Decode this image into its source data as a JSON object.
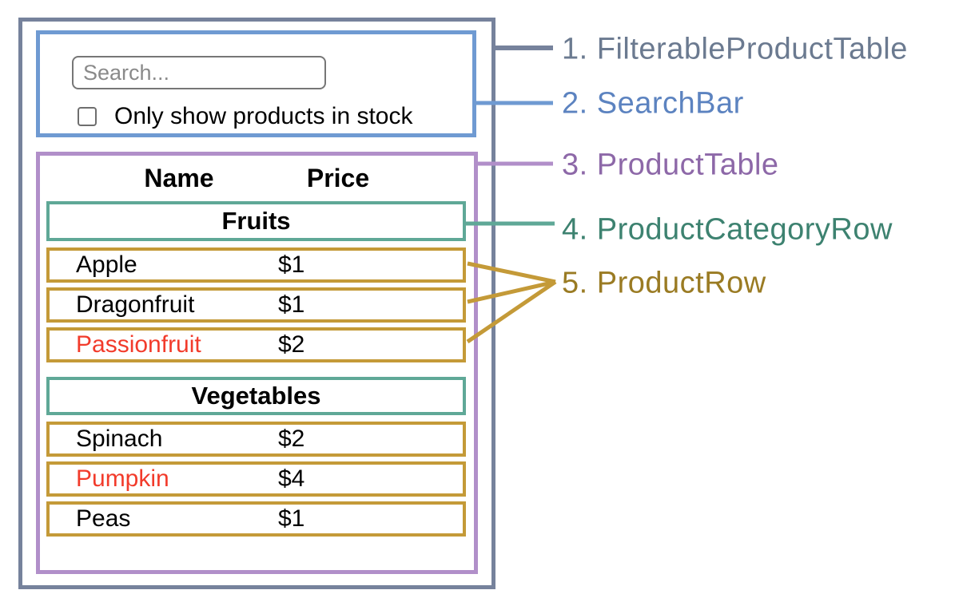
{
  "diagram_title": "React component hierarchy diagram",
  "colors": {
    "filterable_product_table_border": "#76829c",
    "search_bar_border": "#6f9ad2",
    "product_table_border": "#b18fc9",
    "product_category_row_border": "#5fa897",
    "product_row_border": "#c49a38",
    "label_1_text": "#6b7a90",
    "label_2_text": "#5c83c0",
    "label_3_text": "#8d68a8",
    "label_4_text": "#3d8270",
    "label_5_text": "#9a7b23",
    "out_of_stock_text": "#f23b2b"
  },
  "search_bar": {
    "placeholder": "Search...",
    "checkbox_checked": false,
    "checkbox_label": "Only show products in stock"
  },
  "product_table": {
    "headers": {
      "name": "Name",
      "price": "Price"
    },
    "sections": [
      {
        "category": "Fruits",
        "rows": [
          {
            "name": "Apple",
            "price": "$1",
            "out_of_stock": false
          },
          {
            "name": "Dragonfruit",
            "price": "$1",
            "out_of_stock": false
          },
          {
            "name": "Passionfruit",
            "price": "$2",
            "out_of_stock": true
          }
        ]
      },
      {
        "category": "Vegetables",
        "rows": [
          {
            "name": "Spinach",
            "price": "$2",
            "out_of_stock": false
          },
          {
            "name": "Pumpkin",
            "price": "$4",
            "out_of_stock": true
          },
          {
            "name": "Peas",
            "price": "$1",
            "out_of_stock": false
          }
        ]
      }
    ]
  },
  "annotations": [
    {
      "label": "1. FilterableProductTable"
    },
    {
      "label": "2. SearchBar"
    },
    {
      "label": "3. ProductTable"
    },
    {
      "label": "4. ProductCategoryRow"
    },
    {
      "label": "5. ProductRow"
    }
  ]
}
